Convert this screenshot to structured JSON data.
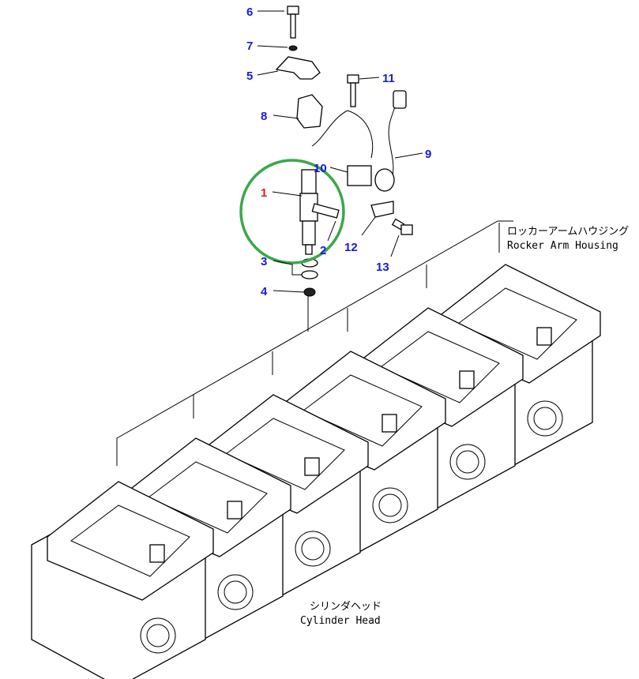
{
  "diagram": {
    "callouts": [
      {
        "id": "1",
        "highlight": true
      },
      {
        "id": "2"
      },
      {
        "id": "3"
      },
      {
        "id": "4"
      },
      {
        "id": "5"
      },
      {
        "id": "6"
      },
      {
        "id": "7"
      },
      {
        "id": "8"
      },
      {
        "id": "9"
      },
      {
        "id": "10"
      },
      {
        "id": "11"
      },
      {
        "id": "12"
      },
      {
        "id": "13"
      }
    ],
    "rocker_housing": {
      "jp": "ロッカーアームハウジング",
      "en": "Rocker Arm Housing"
    },
    "cylinder_head": {
      "jp": "シリンダヘッド",
      "en": "Cylinder Head"
    },
    "colors": {
      "callout": "#1a1adf",
      "highlight_callout": "#e21a1a",
      "highlight_circle": "#3aa84a"
    }
  }
}
